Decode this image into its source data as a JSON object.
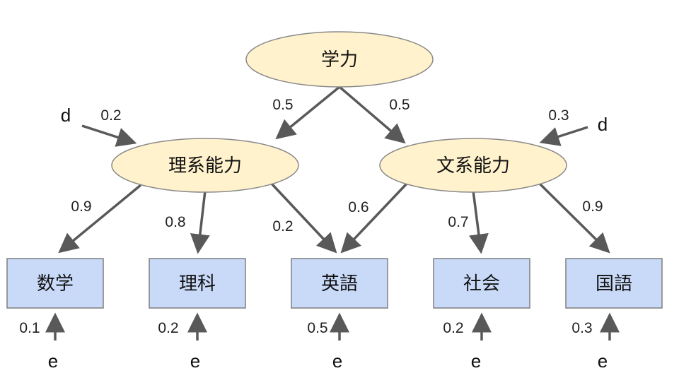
{
  "colors": {
    "latent_fill": "#fff2cc",
    "latent_stroke": "#8a8a8a",
    "observed_fill": "#c9daf8",
    "observed_stroke": "#7f7f7f",
    "arrow": "#595959"
  },
  "latent": {
    "gakuryoku": "学力",
    "rikei": "理系能力",
    "bunkei": "文系能力"
  },
  "observed": {
    "sugaku": "数学",
    "rika": "理科",
    "eigo": "英語",
    "shakai": "社会",
    "kokugo": "国語"
  },
  "paths": {
    "gakuryoku_to_rikei": "0.5",
    "gakuryoku_to_bunkei": "0.5",
    "rikei_to_sugaku": "0.9",
    "rikei_to_rika": "0.8",
    "rikei_to_eigo": "0.2",
    "bunkei_to_eigo": "0.6",
    "bunkei_to_shakai": "0.7",
    "bunkei_to_kokugo": "0.9"
  },
  "disturbance": {
    "label": "d",
    "rikei": "0.2",
    "bunkei": "0.3"
  },
  "errors": {
    "label": "e",
    "sugaku": "0.1",
    "rika": "0.2",
    "eigo": "0.5",
    "shakai": "0.2",
    "kokugo": "0.3"
  }
}
